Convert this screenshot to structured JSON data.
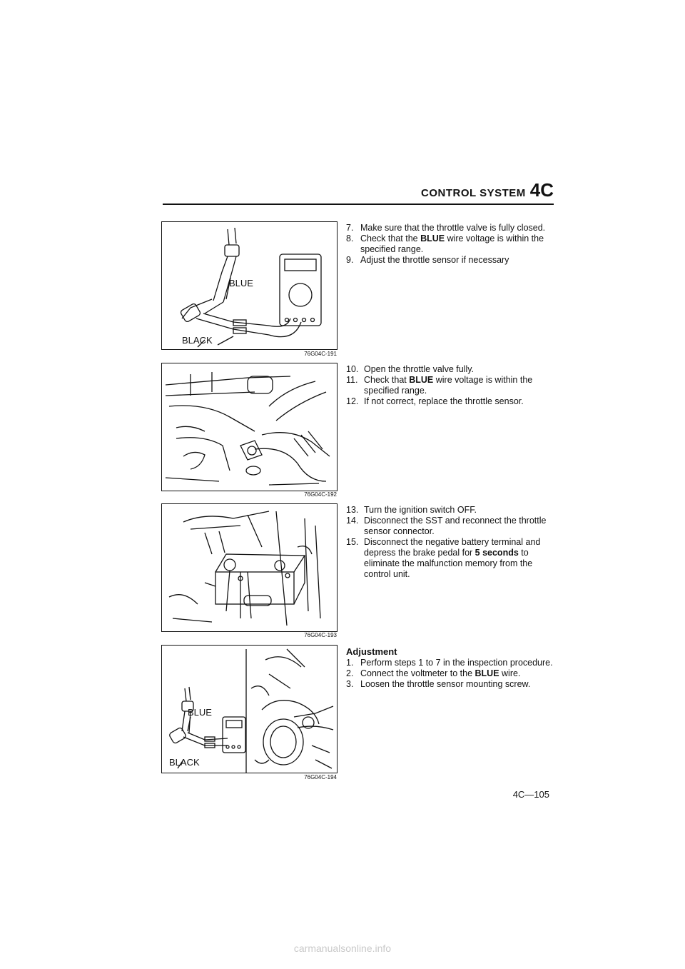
{
  "header": {
    "section": "CONTROL SYSTEM",
    "chapter": "4C"
  },
  "figures": [
    {
      "code": "76G04C-191",
      "labels": [
        "BLUE",
        "BLACK"
      ]
    },
    {
      "code": "76G04C-192"
    },
    {
      "code": "76G04C-193"
    },
    {
      "code": "76G04C-194",
      "labels": [
        "BLUE",
        "BLACK"
      ]
    }
  ],
  "block1": [
    {
      "num": "7.",
      "text": "Make sure that the throttle valve is fully closed."
    },
    {
      "num": "8.",
      "pre": "Check that the ",
      "bold": "BLUE",
      "post": " wire voltage is within the specified range."
    },
    {
      "num": "9.",
      "text": "Adjust the throttle sensor if necessary"
    }
  ],
  "block2": [
    {
      "num": "10.",
      "text": "Open the throttle valve fully."
    },
    {
      "num": "11.",
      "pre": "Check that ",
      "bold": "BLUE",
      "post": " wire voltage is within the specified range."
    },
    {
      "num": "12.",
      "text": "If not correct, replace the throttle sensor."
    }
  ],
  "block3": [
    {
      "num": "13.",
      "text": "Turn the ignition switch OFF."
    },
    {
      "num": "14.",
      "text": "Disconnect the SST and reconnect the throttle sensor connector."
    },
    {
      "num": "15.",
      "pre": "Disconnect the negative battery terminal and depress the brake pedal for ",
      "bold": "5 seconds",
      "post": " to eliminate the malfunction memory from the control unit."
    }
  ],
  "block4": {
    "heading": "Adjustment",
    "steps": [
      {
        "num": "1.",
        "text": "Perform steps 1 to 7 in the inspection procedure."
      },
      {
        "num": "2.",
        "pre": "Connect the voltmeter to the ",
        "bold": "BLUE",
        "post": " wire."
      },
      {
        "num": "3.",
        "text": "Loosen the throttle sensor mounting screw."
      }
    ]
  },
  "page_number": "4C—105",
  "footer": "carmanualsonline.info"
}
